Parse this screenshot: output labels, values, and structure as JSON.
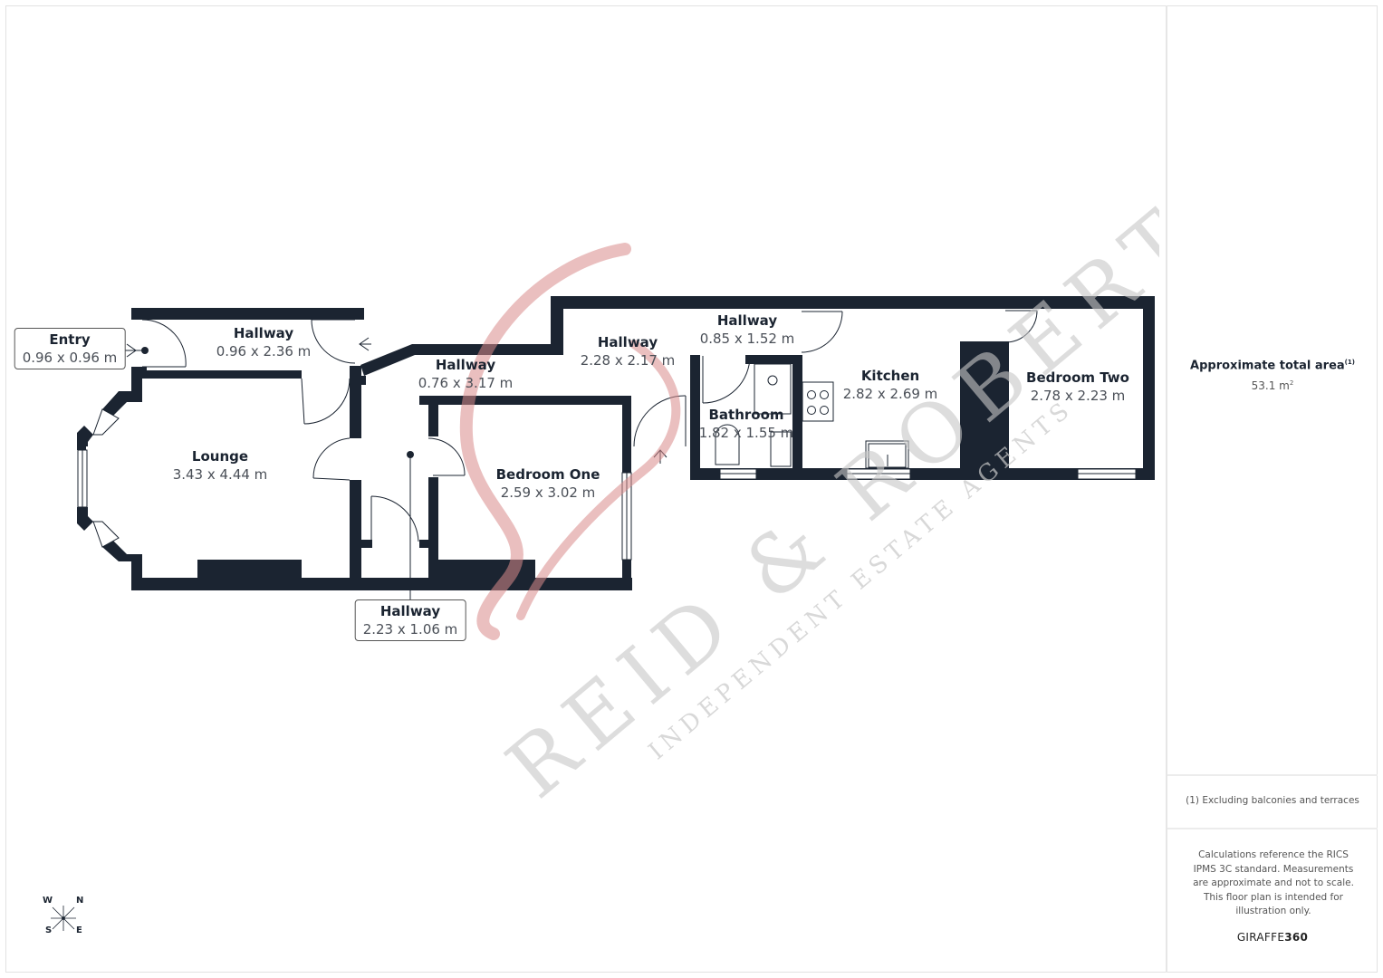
{
  "floorplan": {
    "rooms": [
      {
        "id": "entry",
        "name": "Entry",
        "dimensions": "0.96 x 0.96 m",
        "boxed": true
      },
      {
        "id": "hallway-1",
        "name": "Hallway",
        "dimensions": "0.96 x 2.36 m"
      },
      {
        "id": "lounge",
        "name": "Lounge",
        "dimensions": "3.43 x 4.44 m"
      },
      {
        "id": "hallway-2",
        "name": "Hallway",
        "dimensions": "0.76 x 3.17 m"
      },
      {
        "id": "hallway-3",
        "name": "Hallway",
        "dimensions": "2.23 x 1.06 m",
        "boxed": true
      },
      {
        "id": "bedroom-one",
        "name": "Bedroom One",
        "dimensions": "2.59 x 3.02 m"
      },
      {
        "id": "hallway-4",
        "name": "Hallway",
        "dimensions": "2.28 x 2.17 m"
      },
      {
        "id": "hallway-5",
        "name": "Hallway",
        "dimensions": "0.85 x 1.52 m"
      },
      {
        "id": "bathroom",
        "name": "Bathroom",
        "dimensions": "1.82 x 1.55 m"
      },
      {
        "id": "kitchen",
        "name": "Kitchen",
        "dimensions": "2.82 x 2.69 m"
      },
      {
        "id": "bedroom-two",
        "name": "Bedroom Two",
        "dimensions": "2.78 x 2.23 m"
      }
    ],
    "compass": {
      "w": "W",
      "n": "N",
      "s": "S",
      "e": "E"
    },
    "wall_color": "#1b2431",
    "watermark": {
      "brand": "REID & ROBERTS",
      "tagline": "INDEPENDENT ESTATE AGENTS",
      "monogram_color": "#d98b8b"
    }
  },
  "side_panel": {
    "area_title": "Approximate total area",
    "area_footnote_marker": "(1)",
    "area_value": "53.1 m",
    "area_unit_sup": "2",
    "footnote": "(1) Excluding balconies and terraces",
    "disclaimer": "Calculations reference the RICS IPMS 3C standard. Measurements are approximate and not to scale. This floor plan is intended for illustration only.",
    "brand_light": "GIRAFFE",
    "brand_bold": "360"
  }
}
